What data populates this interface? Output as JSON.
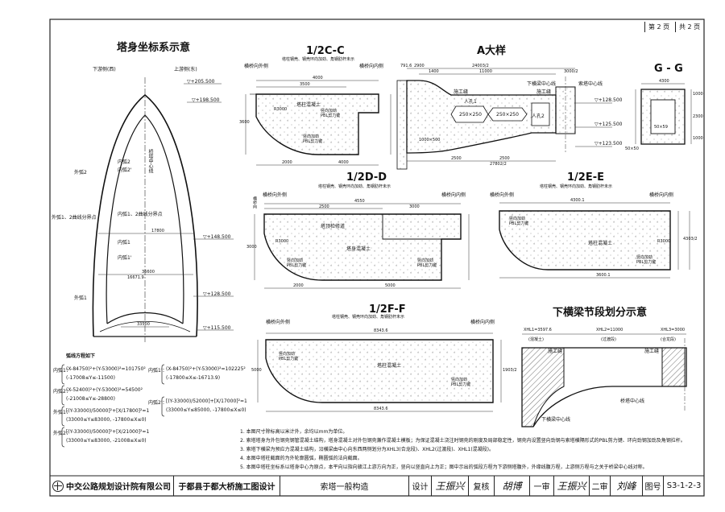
{
  "page": {
    "current": "第 2 页",
    "total": "共 2 页"
  },
  "titles": {
    "tower": "塔身坐标系示意",
    "c": "1/2C-C",
    "a": "A大样",
    "g": "G - G",
    "d": "1/2D-D",
    "e": "1/2E-E",
    "f": "1/2F-F",
    "beam": "下横梁节段划分示意"
  },
  "tower": {
    "downstream": "下游侧(西)",
    "upstream": "上游侧(东)",
    "axis": "桥塔中心线",
    "el1": "▽+205.500",
    "el2": "▽+198.500",
    "el3": "▽+148.500",
    "el4": "▽+128.500",
    "el5": "▽+115.500",
    "outer2": "外弧2",
    "outer1": "外弧1",
    "outer12": "外弧1、2曲线分界点",
    "inner2": "内弧2",
    "inner1": "内弧1",
    "inner2p": "内弧2'",
    "inner1p": "内弧1'",
    "inner12": "内弧1、2曲线分界点",
    "w1": "17800",
    "w2": "36600",
    "w3": "16671.9",
    "w4": "33500"
  },
  "curves": {
    "heading": "弧线方程如下",
    "inner1_name": "内弧1：",
    "inner1_eq": "(X-84750)²+(Y-53000)²=101750²",
    "inner1_rng": "(-17008≤Y≤-11500)",
    "inner2_name": "内弧2：",
    "inner2_eq": "(X-52400)²+(Y-53000)²=54500²",
    "inner2_rng": "(-21008≤Y≤-28800)",
    "outer1_name": "外弧1：",
    "outer1_eq": "[(Y-33000)/50000]²+[X/17800]²=1",
    "outer1_rng": "(33000≤Y≤83000, -17800≤X≤0)",
    "outer2_name": "外弧2：",
    "outer2_eq": "[(Y-33000)/50000]²+[X/21000]²=1",
    "outer2_rng": "(33000≤Y≤83000, -21008≤X≤0)",
    "inner1p_name": "内弧1'：",
    "inner1p_eq": "(X-84750)²+(Y-53000)²=102225²",
    "inner1p_rng": "(-17800≤X≤-16713.9)",
    "inner2p_name": "内弧2'：",
    "inner2p_eq": "[(Y-33000)/52000]+[X/17000]²=1",
    "inner2p_rng": "(33000≤Y≤85000, -17800≤X≤0)"
  },
  "sec_c": {
    "side_l": "横桥向外侧",
    "side_r": "横桥向内侧",
    "note": "塔柱钢壳、钢壳环向加劲、角钢肋杆未示",
    "concrete": "塔柱混凝土",
    "rib": "竖向加劲",
    "pbl": "PBL剪力键",
    "rib2": "竖向加劲",
    "pbl2": "PBL剪力键",
    "d1": "4000",
    "d2": "3500",
    "d3": "2000",
    "d4": "4000",
    "h": "3600",
    "r": "R3000"
  },
  "sec_a": {
    "w1": "24003/2",
    "w2": "11000",
    "w3": "3000/2",
    "w4": "1400",
    "w5": "2500",
    "w6": "2500",
    "w7": "2900",
    "w8": "27802/2",
    "w9": "791.6",
    "box1": "250×250",
    "box2": "250×250",
    "box3": "1000×500",
    "hole1": "人孔1",
    "hole2": "人孔2",
    "work1": "施工缝",
    "work2": "施工缝",
    "beam_center": "下横梁中心线",
    "tower_center": "索塔中心线",
    "el1": "▽+128.500",
    "el2": "▽+125.500",
    "el3": "▽+123.500"
  },
  "sec_g": {
    "w": "4300",
    "inner": "50×59",
    "b": "50×50",
    "d1": "1000",
    "d2": "2300",
    "d3": "1000"
  },
  "sec_d": {
    "side_l": "横桥向外侧",
    "side_r": "横桥向内侧",
    "top": "横桥向",
    "note": "塔柱钢壳、钢壳环向加劲、角钢肋杆未示",
    "tube": "塔顶检修道",
    "concrete": "塔身混凝土",
    "rib": "竖向加劲",
    "pbl": "PBL剪力键",
    "rib2": "竖向加劲",
    "pbl2": "PBL剪力键",
    "d1": "4550",
    "d2": "2500",
    "d3": "2000",
    "d4": "5000",
    "d5": "3000",
    "h": "3000",
    "r": "R3000"
  },
  "sec_e": {
    "side_l": "横桥向外侧",
    "side_r": "横桥向内侧",
    "note": "塔柱钢壳、钢壳环向加劲、角钢肋杆未示",
    "concrete": "塔柱混凝土",
    "rib": "竖向加劲",
    "pbl": "PBL剪力键",
    "rib2": "竖向加劲",
    "pbl2": "PBL剪力键",
    "d1": "4300.1",
    "d2": "3600.1",
    "h": "4303/2",
    "hh": "R3000"
  },
  "sec_f": {
    "side_l": "横桥向外侧",
    "side_r": "横桥向内侧",
    "note": "塔柱钢壳、钢壳环向加劲、角钢肋杆未示",
    "concrete": "塔柱混凝土",
    "rib": "竖向加劲",
    "pbl": "PBL剪力键",
    "rib2": "竖向加劲",
    "pbl2": "PBL剪力键",
    "d1": "8343.6",
    "d2": "8343.6",
    "h": "5000",
    "hh": "1903/2"
  },
  "beam": {
    "seg1": "XHL1=3597.6",
    "seg1b": "(混凝土)",
    "seg2": "XHL2=11000",
    "seg2b": "(过渡段)",
    "seg3": "XHL3=3000",
    "seg3b": "(合龙段)",
    "work1": "施工缝",
    "work2": "施工缝",
    "center": "桥塔中心线",
    "beam_center": "下横梁中心线"
  },
  "notes": [
    "1. 本图尺寸除标高以米计外，余均以mm为单位。",
    "2. 索塔塔身为外包钢壳钢管混凝土结构，塔身混凝土对外包钢壳兼作混凝土模板；为保证混凝土浇注时钢壳的刚度及局部稳定性，钢壳内设置竖向劲钢与索塔横隔形式的PBL剪力键、环向劲钢加劲及角钢拉杆。",
    "3. 索塔下横梁为预应力混凝土结构，沿横梁由中心向东西两侧划分为XHL3(合龙段)、XHL2(过渡段)、XHL1(混凝段)。",
    "4. 本图中塔柱截面的为外轮廓圆弧，椭圆弧的法向截面。",
    "5. 本图中塔柱坐标系以塔身中心为原点，本平向以指向赣江上游方向为正，竖向以竖直向上为正；图中示出的弧段方程为下游侧塔腹外，外缘线腹方程，上游侧方程与之关于桥梁中心线对称。"
  ],
  "titleblock": {
    "company": "中交公路规划设计院有限公司",
    "project": "于都县于都大桥施工图设计",
    "drawing": "索塔一般构造",
    "design": "设计",
    "design_sig": "王振兴",
    "check": "复核",
    "check_sig": "胡博",
    "review1": "一审",
    "review1_sig": "王振兴",
    "review2": "二审",
    "review2_sig": "刘峰",
    "no_label": "图号",
    "no": "S3-1-2-3"
  }
}
